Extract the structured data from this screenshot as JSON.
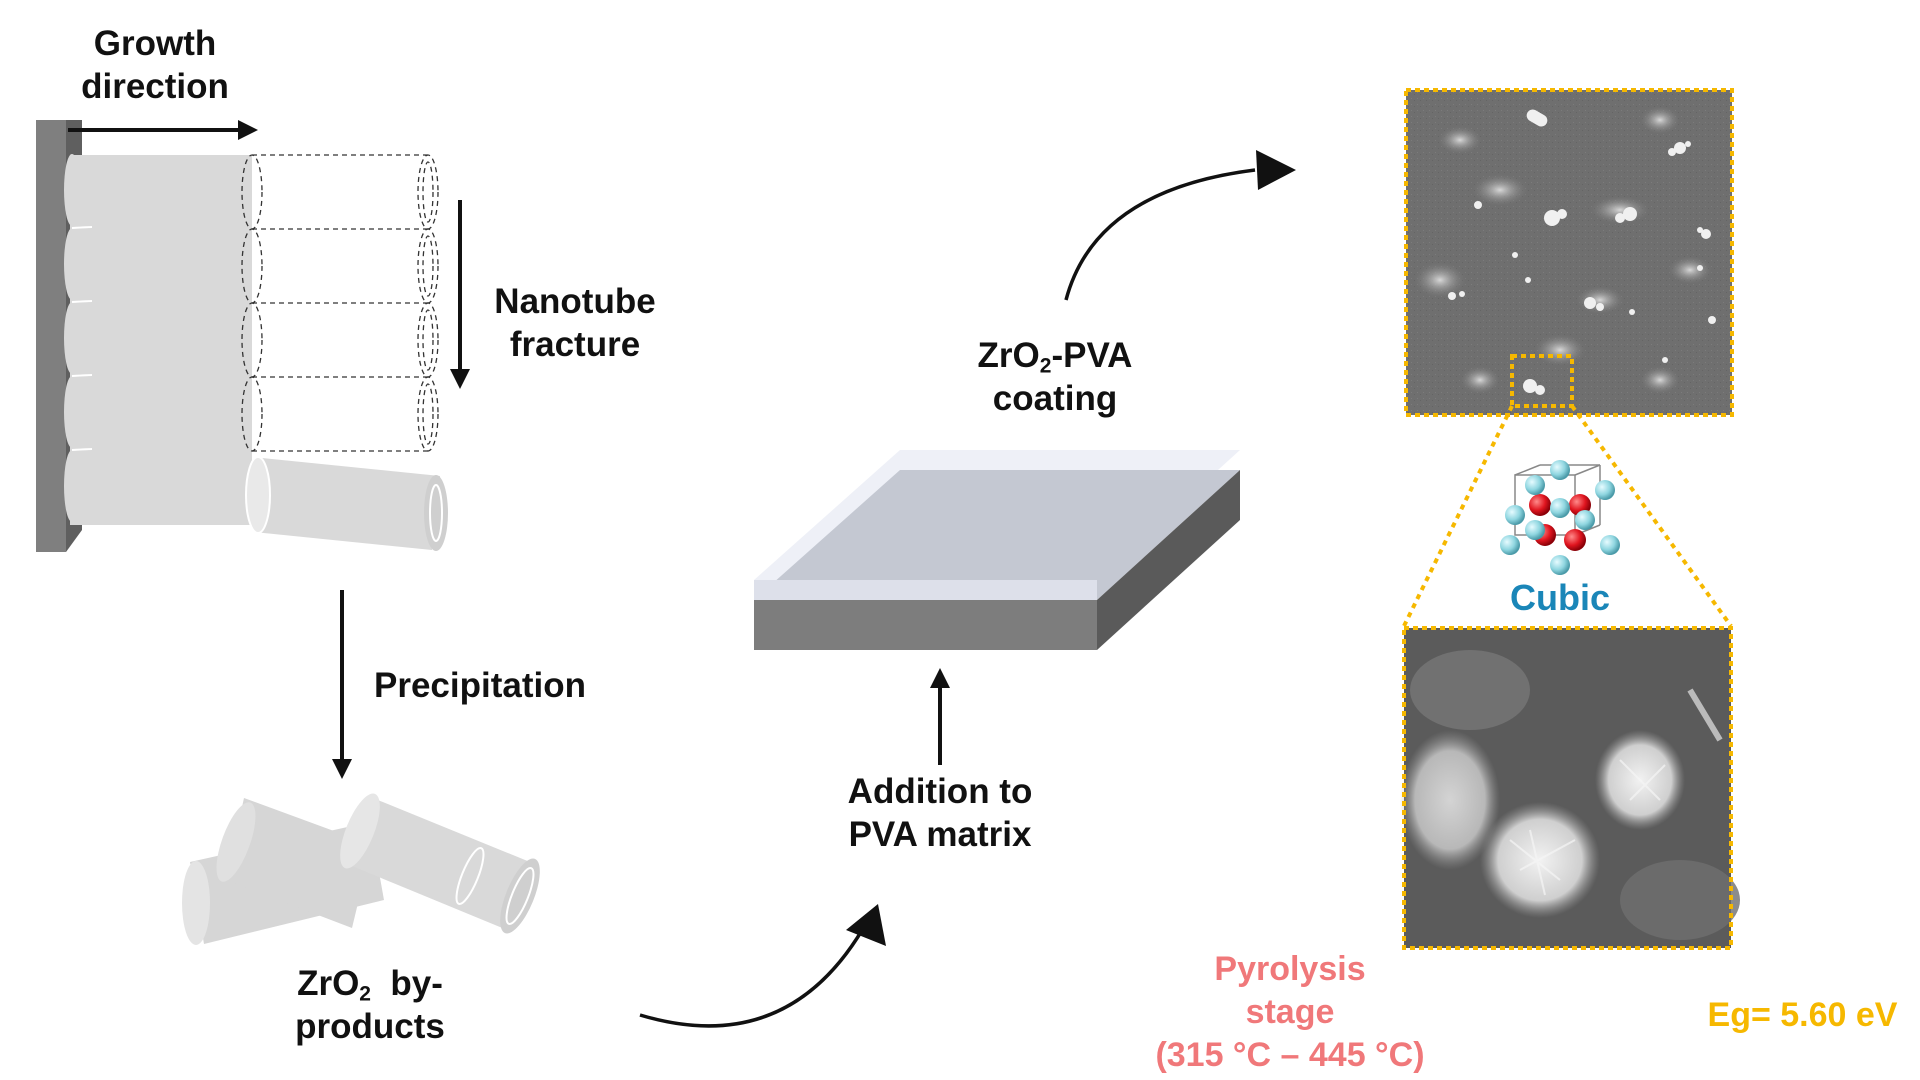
{
  "labels": {
    "growth_direction": [
      "Growth",
      "direction"
    ],
    "nanotube_fracture": [
      "Nanotube",
      "fracture"
    ],
    "precipitation": "Precipitation",
    "byproducts": {
      "line1_prefix": "ZrO",
      "line1_sub": "2",
      "line1_suffix": "  by-",
      "line2": "products"
    },
    "addition": [
      "Addition to",
      "PVA matrix"
    ],
    "coating": {
      "line1_prefix": "ZrO",
      "line1_sub": "2",
      "line1_suffix": "-PVA",
      "line2": "coating"
    },
    "cubic": "Cubic",
    "pyrolysis": [
      "Pyrolysis",
      "stage",
      "(315 °C – 445 °C)"
    ],
    "bandgap": "Eg= 5.60 eV"
  },
  "colors": {
    "accent_orange": "#f6b800",
    "pyrolysis_pink": "#f0787a",
    "cubic_blue": "#1a86b8",
    "tube_gray": "#d9d9d9",
    "substrate_gray": "#808080",
    "film_top": "#c5c9d3",
    "atom_cyan": "#8fd6e0",
    "atom_red": "#e0151f"
  },
  "icons": {
    "crystal": "cubic-crystal-structure-icon",
    "sem_low": "sem-micrograph-overview",
    "sem_high": "sem-micrograph-zoom"
  }
}
